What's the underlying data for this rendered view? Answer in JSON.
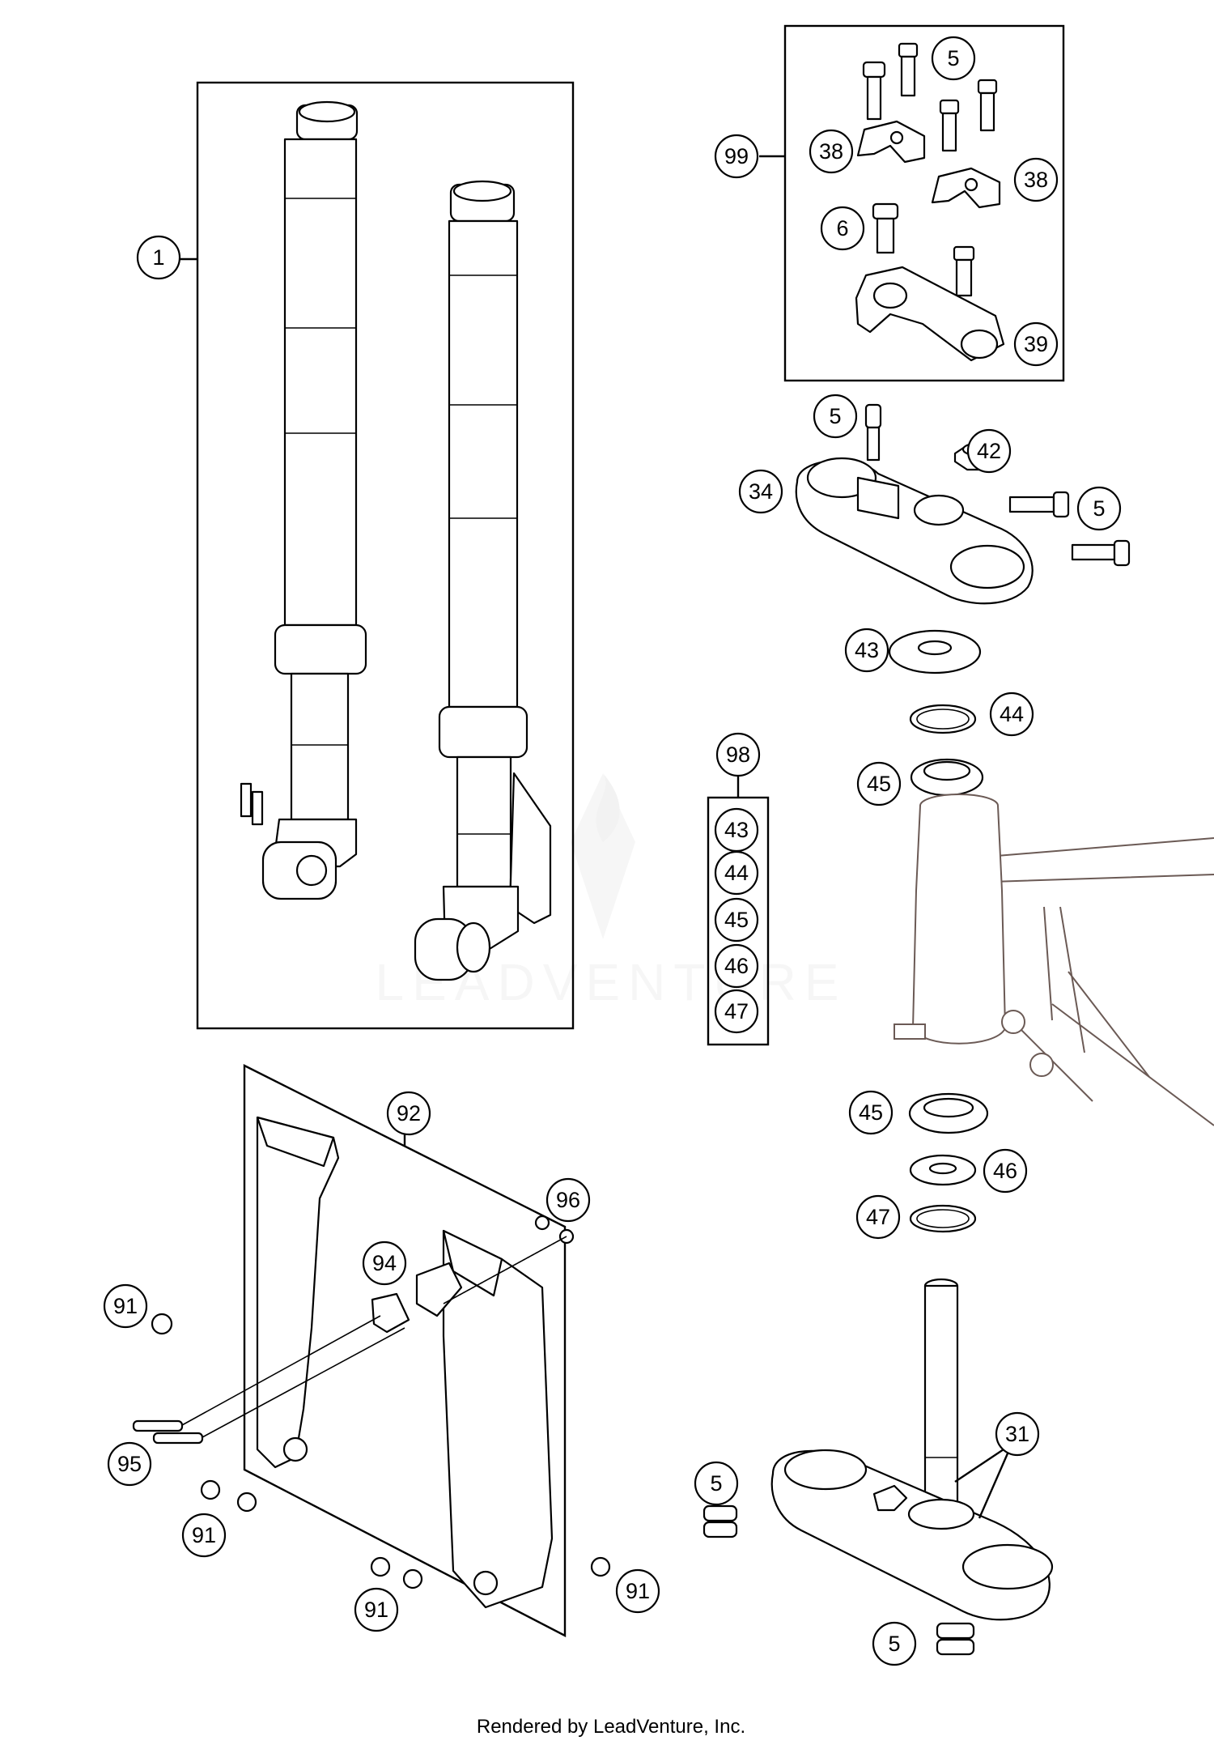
{
  "callouts": [
    {
      "id": "c1",
      "text": "1"
    },
    {
      "id": "c99",
      "text": "99"
    },
    {
      "id": "c5a",
      "text": "5"
    },
    {
      "id": "c38a",
      "text": "38"
    },
    {
      "id": "c38b",
      "text": "38"
    },
    {
      "id": "c6",
      "text": "6"
    },
    {
      "id": "c39",
      "text": "39"
    },
    {
      "id": "c5b",
      "text": "5"
    },
    {
      "id": "c42",
      "text": "42"
    },
    {
      "id": "c34",
      "text": "34"
    },
    {
      "id": "c5c",
      "text": "5"
    },
    {
      "id": "c43a",
      "text": "43"
    },
    {
      "id": "c44a",
      "text": "44"
    },
    {
      "id": "c45a",
      "text": "45"
    },
    {
      "id": "c98",
      "text": "98"
    },
    {
      "id": "c45b",
      "text": "45"
    },
    {
      "id": "c46b",
      "text": "46"
    },
    {
      "id": "c47b",
      "text": "47"
    },
    {
      "id": "c92",
      "text": "92"
    },
    {
      "id": "c96",
      "text": "96"
    },
    {
      "id": "c94",
      "text": "94"
    },
    {
      "id": "c91a",
      "text": "91"
    },
    {
      "id": "c95",
      "text": "95"
    },
    {
      "id": "c91b",
      "text": "91"
    },
    {
      "id": "c91c",
      "text": "91"
    },
    {
      "id": "c91d",
      "text": "91"
    },
    {
      "id": "c31",
      "text": "31"
    },
    {
      "id": "c5d",
      "text": "5"
    },
    {
      "id": "c5e",
      "text": "5"
    }
  ],
  "kit_98": [
    "43",
    "44",
    "45",
    "46",
    "47"
  ],
  "watermark": "LEADVENTURE",
  "credit": "Rendered by LeadVenture, Inc."
}
